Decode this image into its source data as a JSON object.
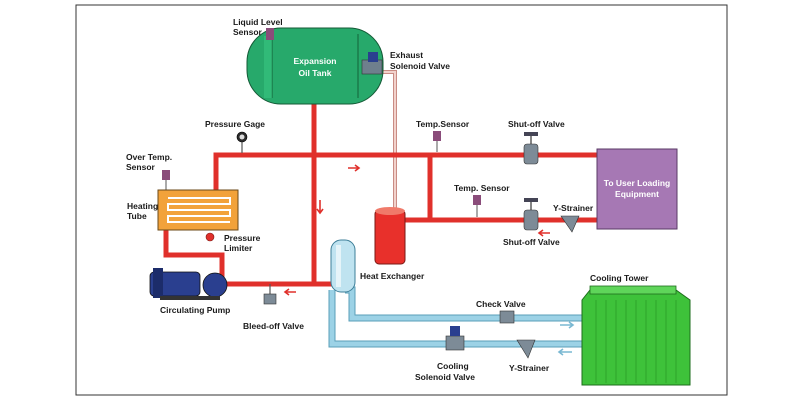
{
  "colors": {
    "hot_pipe": "#e0302b",
    "cold_pipe": "#9cd2e6",
    "tank": "#27a96b",
    "equipment": "#a678b4",
    "tower": "#3ec23a",
    "pump": "#2a3f8f",
    "exchanger_red": "#e8302b"
  },
  "labels": {
    "liquid_level_sensor": [
      "Liquid Level",
      "Sensor"
    ],
    "expansion_tank": [
      "Expansion",
      "Oil Tank"
    ],
    "exhaust_valve": [
      "Exhaust",
      "Solenoid Valve"
    ],
    "pressure_gage": "Pressure Gage",
    "temp_sensor_1": "Temp.Sensor",
    "shutoff_valve_1": "Shut-off Valve",
    "over_temp_sensor": [
      "Over Temp.",
      "Sensor"
    ],
    "to_user": [
      "To User Loading",
      "Equipment"
    ],
    "temp_sensor_2": "Temp. Sensor",
    "y_strainer_1": "Y-Strainer",
    "heating_tube": [
      "Heating",
      "Tube"
    ],
    "pressure_limiter": [
      "Pressure",
      "Limiter"
    ],
    "shutoff_valve_2": "Shut-off Valve",
    "heat_exchanger": "Heat Exchanger",
    "cooling_tower": "Cooling Tower",
    "check_valve": "Check Valve",
    "circulating_pump": "Circulating Pump",
    "bleed_off_valve": "Bleed-off Valve",
    "cooling_solenoid_valve": [
      "Cooling",
      "Solenoid Valve"
    ],
    "y_strainer_2": "Y-Strainer"
  }
}
